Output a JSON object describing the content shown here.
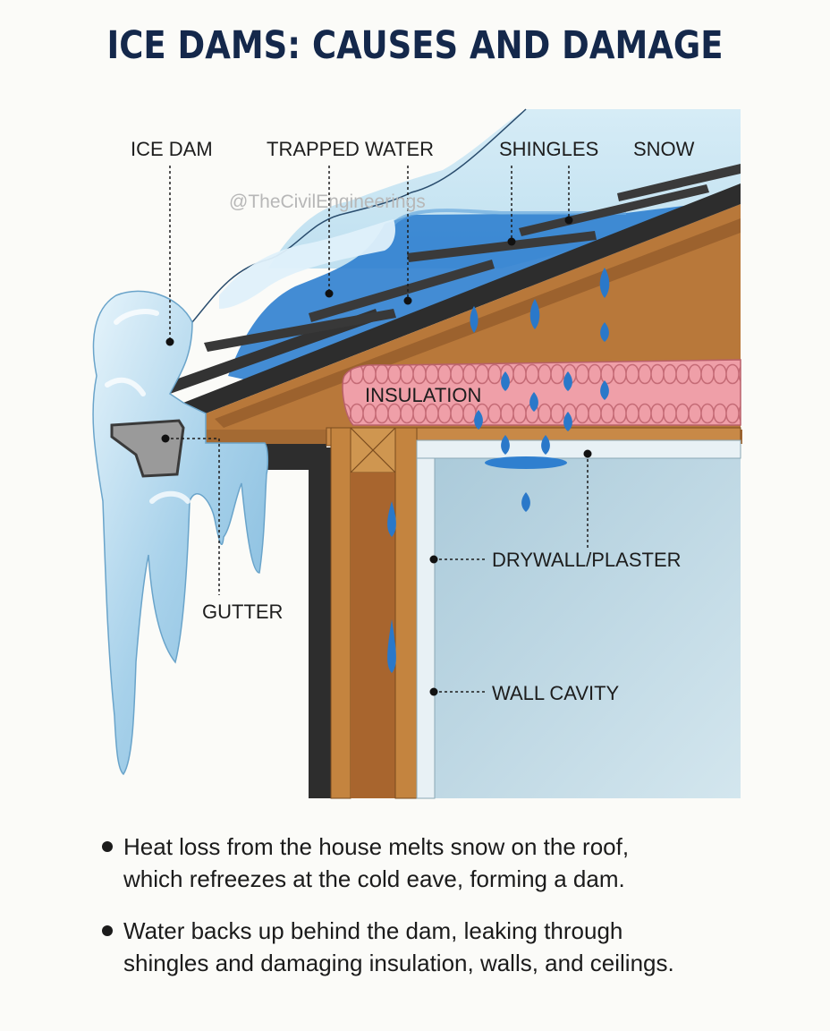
{
  "title": "ICE DAMS: CAUSES AND DAMAGE",
  "watermark": "@TheCivilEngineerings",
  "labels": {
    "ice_dam": "ICE DAM",
    "trapped_water": "TRAPPED WATER",
    "shingles": "SHINGLES",
    "snow": "SNOW",
    "insulation": "INSULATION",
    "gutter": "GUTTER",
    "drywall": "DRYWALL/PLASTER",
    "wall_cavity": "WALL CAVITY"
  },
  "bullets": [
    {
      "line1": "Heat loss from the house melts snow on the roof,",
      "line2": "which refreezes at the cold eave, forming a dam."
    },
    {
      "line1": "Water backs up behind the dam, leaking through",
      "line2": "shingles and damaging insulation, walls, and ceilings."
    }
  ],
  "colors": {
    "title": "#14284b",
    "ice": "#a9d2ea",
    "water": "#2a78c9",
    "wood": "#b9793a",
    "insulation": "#ec9ea6",
    "wall_interior": "#bcd6e3"
  }
}
